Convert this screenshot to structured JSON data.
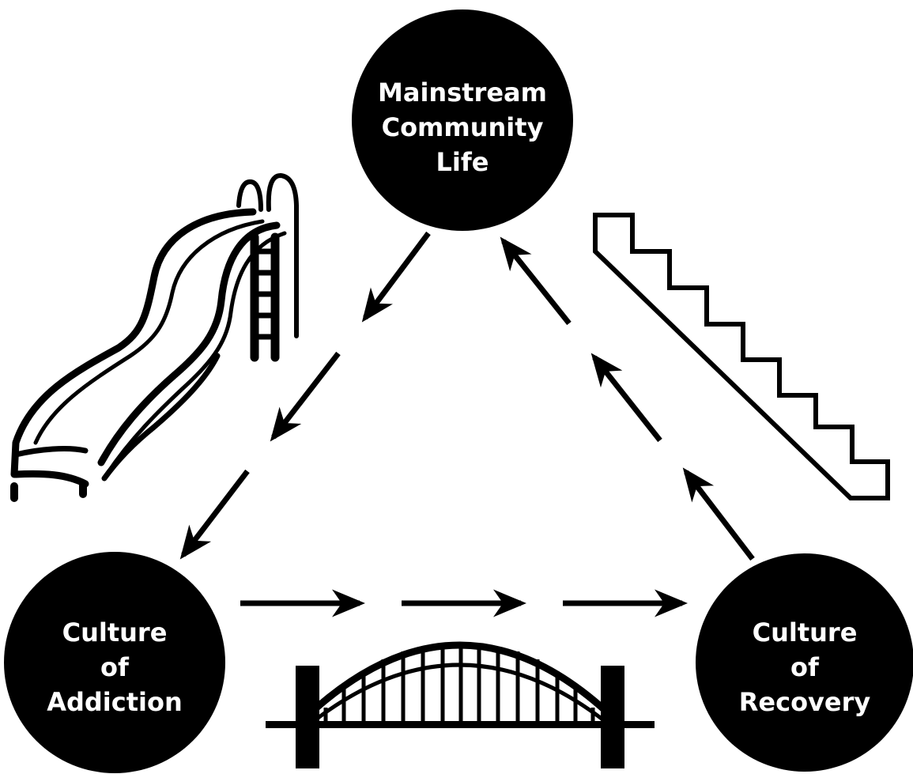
{
  "nodes": {
    "mainstream": {
      "lines": [
        "Mainstream",
        "Community",
        "Life"
      ]
    },
    "addiction": {
      "lines": [
        "Culture",
        "of",
        "Addiction"
      ]
    },
    "recovery": {
      "lines": [
        "Culture",
        "of",
        "Recovery"
      ]
    }
  },
  "colors": {
    "ink": "#000000",
    "paper": "#ffffff"
  },
  "icons": {
    "left_edge": "playground-slide-icon",
    "right_edge": "staircase-icon",
    "bottom_edge": "arch-bridge-icon"
  }
}
